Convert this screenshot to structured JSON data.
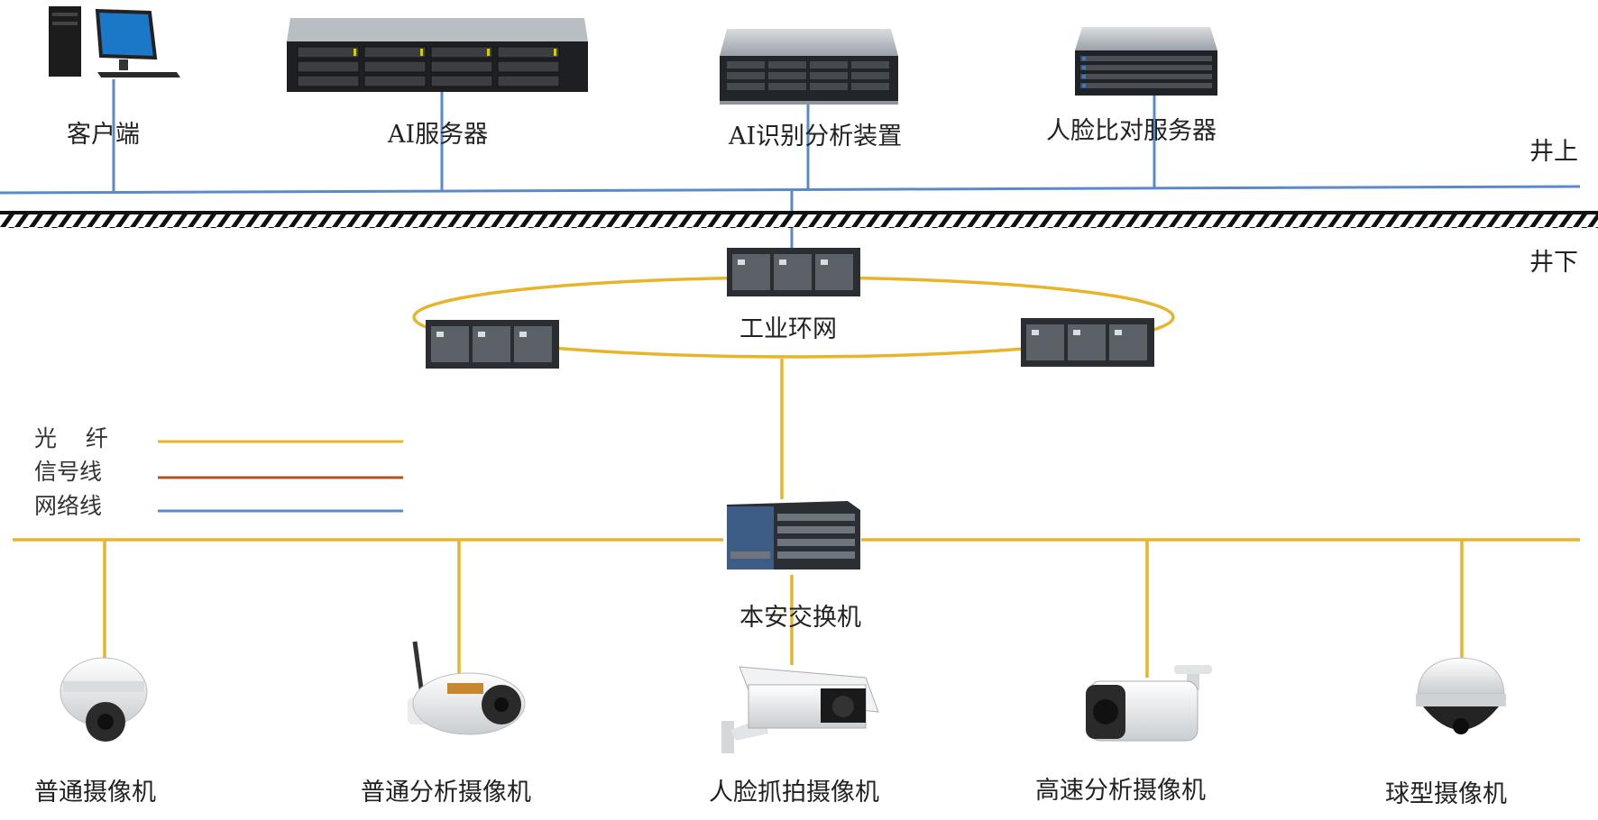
{
  "colors": {
    "fiber": "#E8B52A",
    "signal": "#B5521B",
    "network": "#5B8BC6",
    "ground": "#111111"
  },
  "zones": {
    "above_ground": "井上",
    "underground": "井下"
  },
  "nodes": {
    "client": {
      "label": "客户端",
      "icon": "desktop-computer-icon"
    },
    "ai_server": {
      "label": "AI服务器",
      "icon": "rack-server-icon"
    },
    "ai_analyzer": {
      "label": "AI识别分析装置",
      "icon": "rack-server-icon"
    },
    "face_server": {
      "label": "人脸比对服务器",
      "icon": "rack-server-icon"
    },
    "ring": {
      "label": "工业环网",
      "icon": "industrial-switch-icon"
    },
    "switch": {
      "label": "本安交换机",
      "icon": "network-switch-icon"
    }
  },
  "cameras": [
    {
      "label": "普通摄像机",
      "icon": "dome-camera-icon"
    },
    {
      "label": "普通分析摄像机",
      "icon": "bullet-camera-icon"
    },
    {
      "label": "人脸抓拍摄像机",
      "icon": "box-camera-icon"
    },
    {
      "label": "高速分析摄像机",
      "icon": "bullet-camera-icon"
    },
    {
      "label": "球型摄像机",
      "icon": "speed-dome-camera-icon"
    }
  ],
  "legend": [
    {
      "label": "光    纤",
      "type": "fiber"
    },
    {
      "label": "信号线",
      "type": "signal"
    },
    {
      "label": "网络线",
      "type": "network"
    }
  ]
}
